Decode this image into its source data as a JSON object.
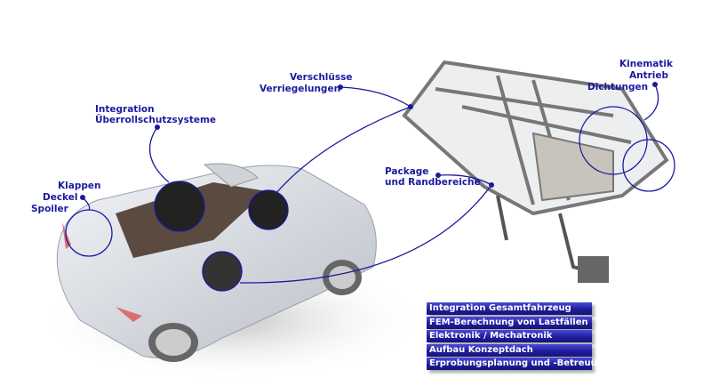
{
  "callouts": {
    "flaps": [
      "Klappen",
      "Deckel",
      "Spoiler"
    ],
    "rollover": [
      "Integration",
      "Überrollschutzsysteme"
    ],
    "locks": [
      "Verschlüsse",
      "Verriegelungen"
    ],
    "package": [
      "Package",
      "und Randbereiche"
    ],
    "kinematics": [
      "Kinematik",
      "Antrieb",
      "Dichtungen"
    ]
  },
  "services": [
    "Integration Gesamtfahrzeug",
    "FEM-Berechnung von Lastfällen",
    "Elektronik / Mechatronik",
    "Aufbau Konzeptdach",
    "Erprobungsplanung und -Betreuung"
  ],
  "colors": {
    "accent": "#1a1aa0",
    "box": "#2a2ab0"
  }
}
